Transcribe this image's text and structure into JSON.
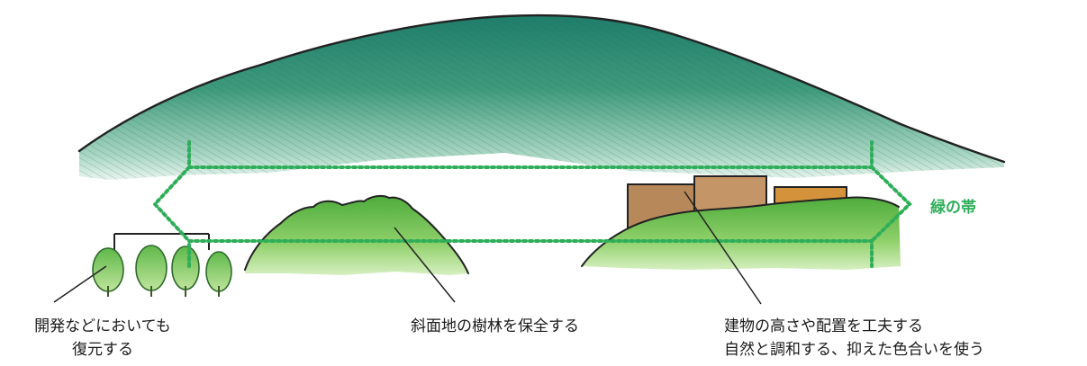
{
  "labels": {
    "green_band": "緑の帯",
    "restore_line1": "開発などにおいても",
    "restore_line2": "復元する",
    "slope_forest": "斜面地の樹林を保全する",
    "building_line1": "建物の高さや配置を工夫する",
    "building_line2": "自然と調和する、抑えた色合いを使う"
  },
  "colors": {
    "mountain_dark": "#1f7d6a",
    "mountain_mid": "#3f9a7c",
    "mountain_light": "#a9d6c3",
    "shrub_green": "#6cc04a",
    "shrub_light": "#b8e08c",
    "building_brown": "#b7895a",
    "building_orange": "#d4923a",
    "dotted_band": "#2fae5a",
    "outline": "#222222"
  }
}
